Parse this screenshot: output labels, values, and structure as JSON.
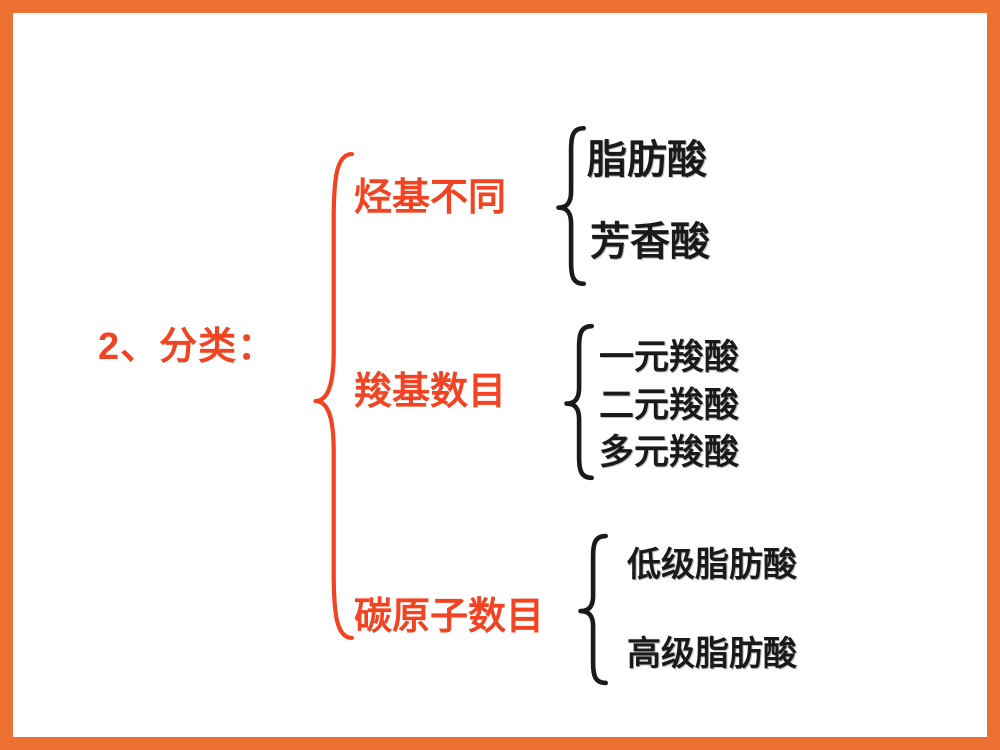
{
  "colors": {
    "accent": "#f24423",
    "border": "#ed7132",
    "ink": "#1a1a1a",
    "background": "#ffffff"
  },
  "heading": {
    "label": "2、分类："
  },
  "tree": {
    "branches": [
      {
        "label": "烃基不同",
        "children": [
          "脂肪酸",
          "芳香酸"
        ]
      },
      {
        "label": "羧基数目",
        "children": [
          "一元羧酸",
          "二元羧酸",
          "多元羧酸"
        ]
      },
      {
        "label": "碳原子数目",
        "children": [
          "低级脂肪酸",
          "高级脂肪酸"
        ]
      }
    ]
  }
}
